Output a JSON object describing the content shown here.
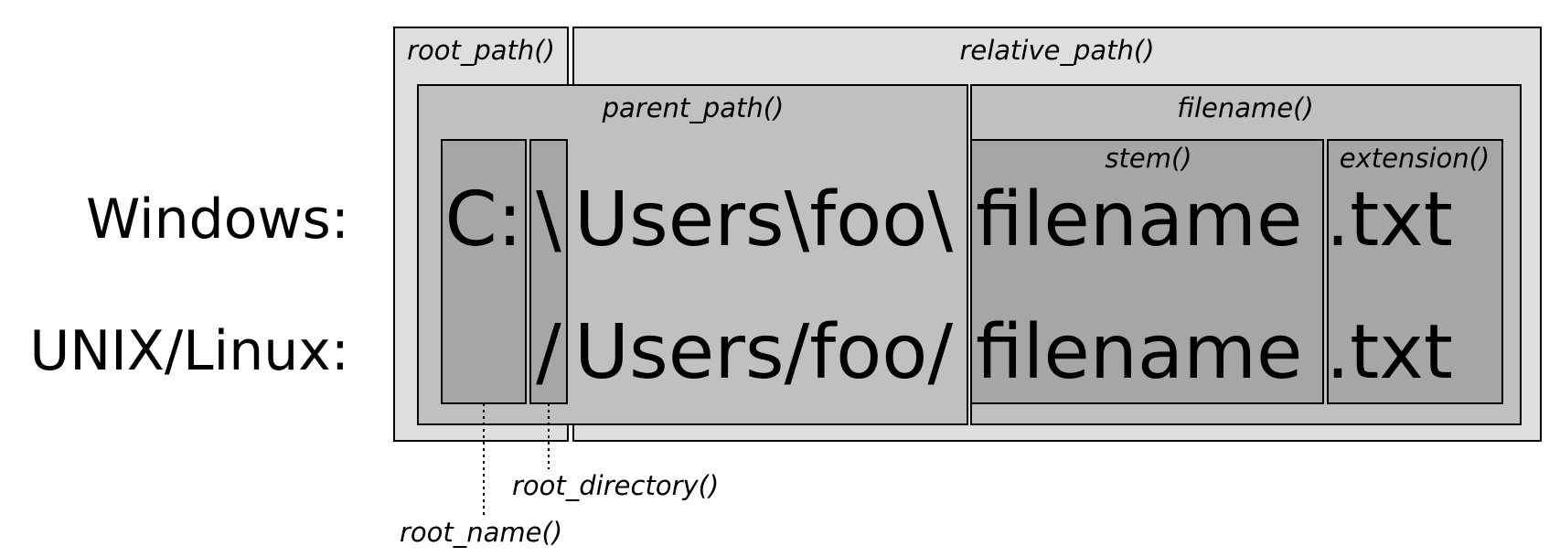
{
  "os_labels": {
    "windows": "Windows:",
    "unix": "UNIX/Linux:"
  },
  "function_labels": {
    "root_path": "root_path()",
    "relative_path": "relative_path()",
    "parent_path": "parent_path()",
    "filename": "filename()",
    "stem": "stem()",
    "extension": "extension()",
    "root_directory": "root_directory()",
    "root_name": "root_name()"
  },
  "windows_path": {
    "root_name": "C:",
    "root_directory": "\\",
    "parent_rest": "Users\\foo\\",
    "stem": "filename",
    "extension": ".txt"
  },
  "unix_path": {
    "root_name": "",
    "root_directory": "/",
    "parent_rest": "Users/foo/",
    "stem": "filename",
    "extension": ".txt"
  },
  "colors": {
    "light_box": "#dedede",
    "mid_box": "#c0c0c0",
    "dark_box": "#a6a6a6",
    "border": "#000000"
  }
}
